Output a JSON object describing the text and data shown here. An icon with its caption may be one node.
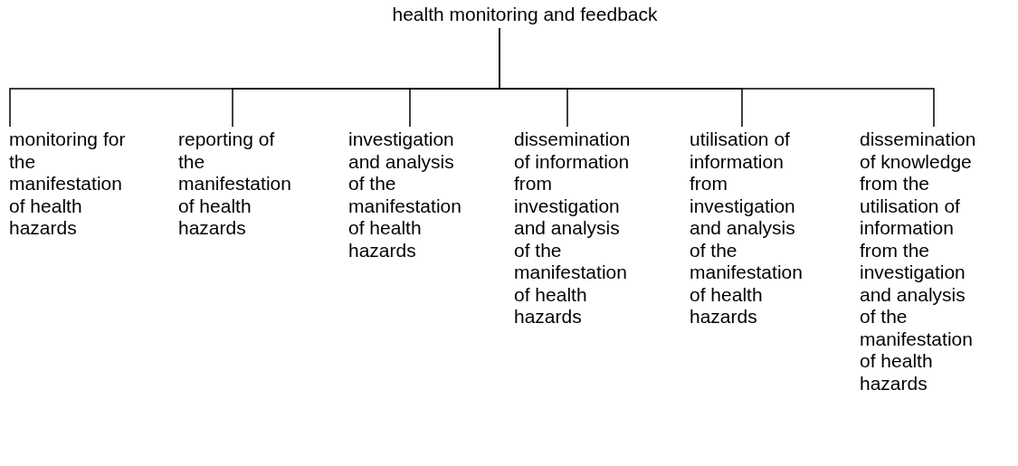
{
  "diagram": {
    "nodes": [
      {
        "text": [
          "health monitoring and feedback"
        ]
      },
      {
        "text": [
          "monitoring for the manifestation of health hazards"
        ]
      },
      {
        "text": [
          "reporting of the manifestation of health hazards"
        ]
      },
      {
        "text": [
          "investigation and analysis of the manifestation of health hazards"
        ]
      },
      {
        "text": [
          "dissemination of information from investigation and analysis of the manifestation of health hazards"
        ]
      },
      {
        "text": [
          "utilisation of information from investigation and analysis of the manifestation of health hazards"
        ]
      },
      {
        "text": [
          "dissemination of knowledge from the utilisation of information from the investigation and analysis of the manifestation of health hazards"
        ]
      }
    ],
    "edges": [
      {
        "from": 0,
        "to": 1,
        "arrow": "none"
      },
      {
        "from": 0,
        "to": 2,
        "arrow": "none"
      },
      {
        "from": 0,
        "to": 3,
        "arrow": "none"
      },
      {
        "from": 0,
        "to": 4,
        "arrow": "none"
      },
      {
        "from": 0,
        "to": 5,
        "arrow": "none"
      },
      {
        "from": 0,
        "to": 6,
        "arrow": "none"
      }
    ]
  }
}
